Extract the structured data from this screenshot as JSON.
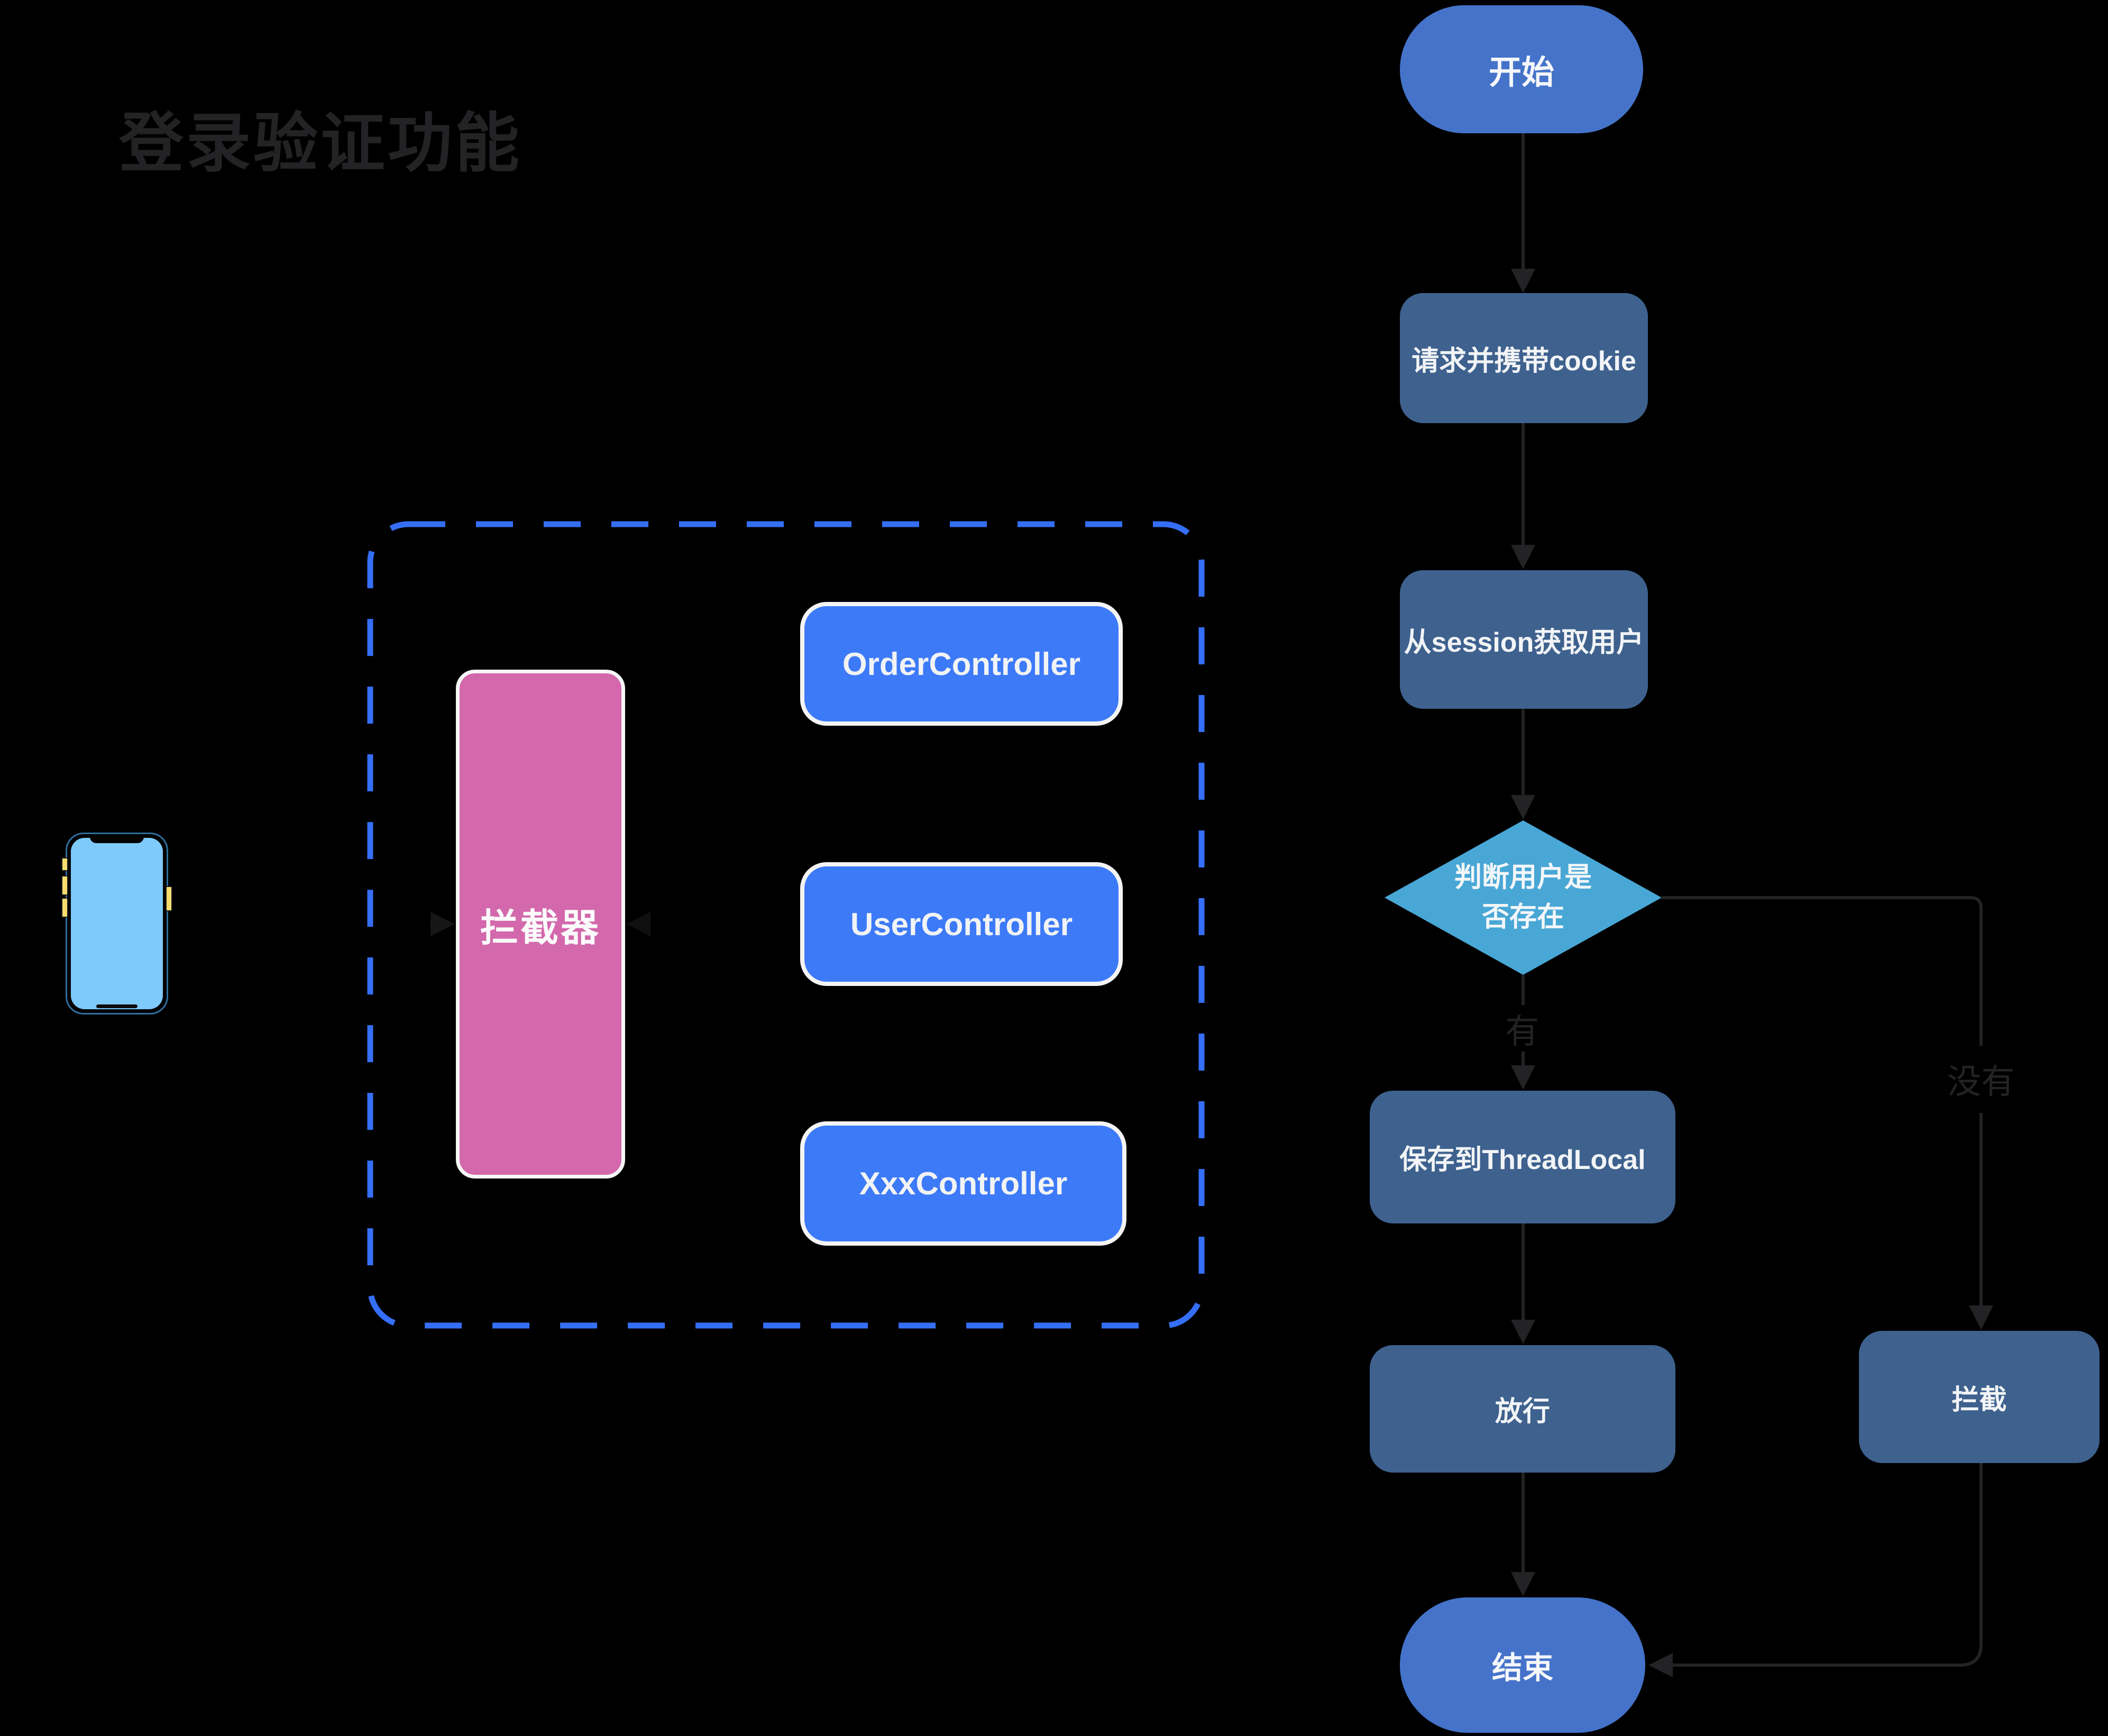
{
  "title": "登录验证功能",
  "panel": {
    "interceptor": "拦截器",
    "controllers": [
      "OrderController",
      "UserController",
      "XxxController"
    ]
  },
  "flow": {
    "start": "开始",
    "request": "请求并携带cookie",
    "session": "从session获取用户",
    "decision1": "判断用户是",
    "decision2": "否存在",
    "save": "保存到ThreadLocal",
    "pass": "放行",
    "intercept": "拦截",
    "end": "结束",
    "label_yes": "有",
    "label_no": "没有"
  },
  "colors": {
    "background": "#000000",
    "ink": "#232325",
    "terminal_blue": "#4573CA",
    "process_blue": "#3E618E",
    "decision_blue": "#49A7D6",
    "controller_blue": "#3D7AF8",
    "dashed_border_blue": "#356FF8",
    "interceptor_pink": "#D368AC",
    "phone_screen_blue": "#7ECAFA",
    "phone_button_yellow": "#F6DD6E",
    "shape_text_white": "#F5F7FA"
  }
}
